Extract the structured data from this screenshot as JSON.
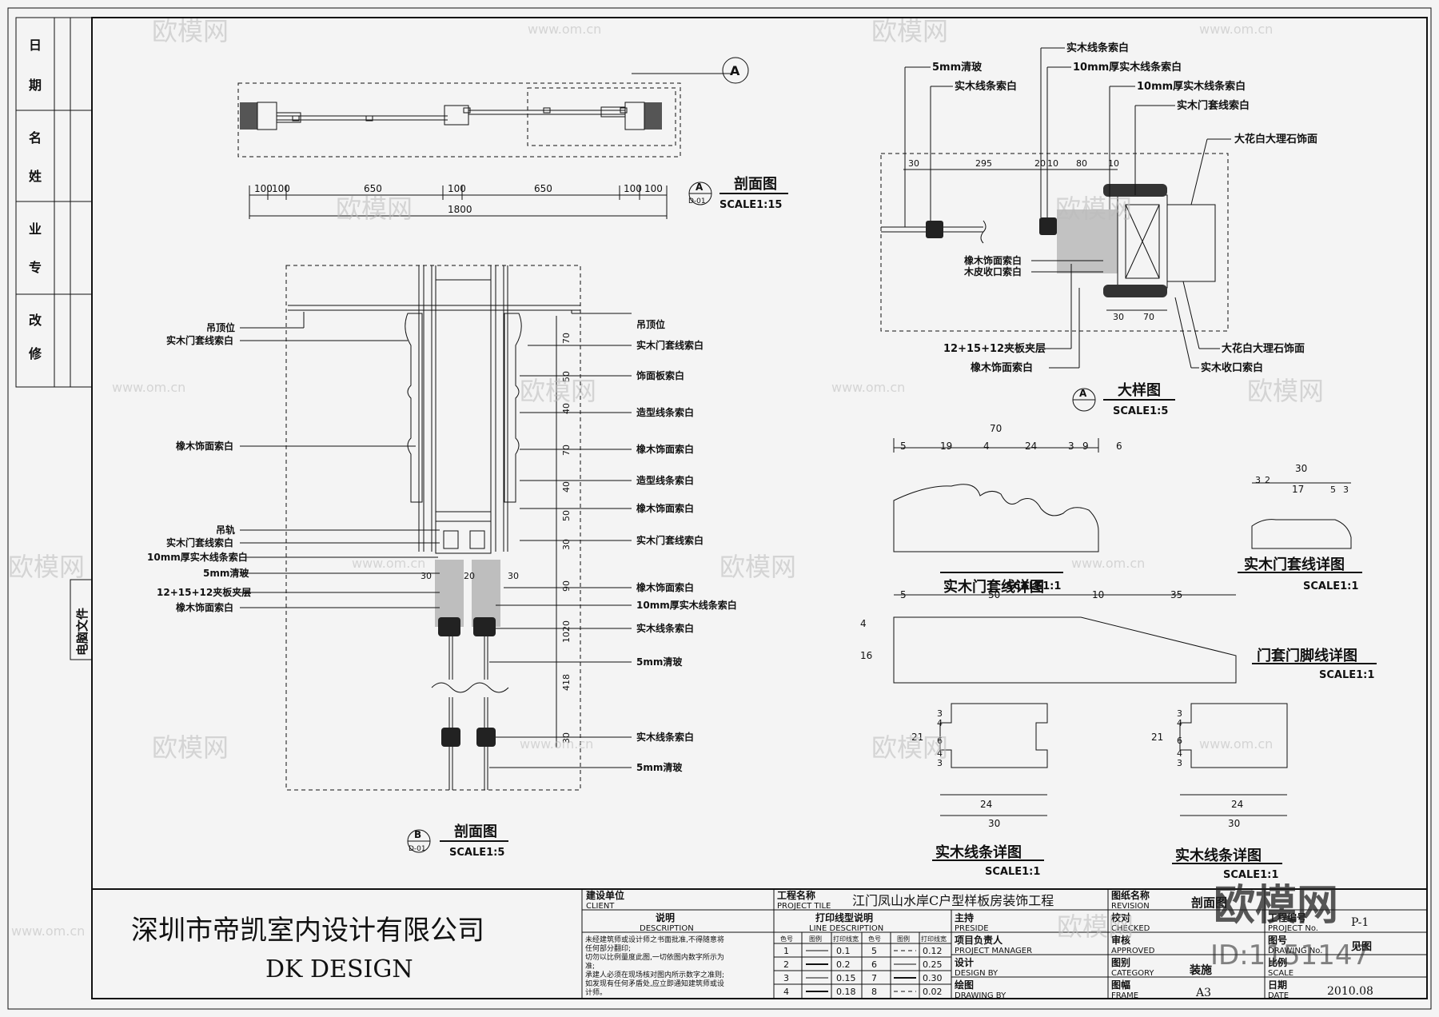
{
  "sidebar": {
    "labels": [
      "日",
      "期",
      "名",
      "姓",
      "业",
      "专",
      "改",
      "修"
    ],
    "file_label": "电脑文件"
  },
  "top_view": {
    "marker": "A",
    "title": "剖面图",
    "ref": "D-01",
    "scale": "SCALE1:15",
    "dims": [
      "100",
      "100",
      "650",
      "100",
      "650",
      "100",
      "100"
    ],
    "total": "1800"
  },
  "detail_view": {
    "marker": "A",
    "title": "大样图",
    "scale": "SCALE1:5",
    "labels_top": [
      "实木线条索白",
      "10mm厚实木线条索白",
      "10mm厚实木线条索白",
      "实木门套线索白",
      "5mm清玻",
      "实木线条索白",
      "大花白大理石饰面"
    ],
    "labels_bottom": [
      "橡木饰面索白",
      "木皮收口索白",
      "12+15+12夹板夹层",
      "橡木饰面索白",
      "大花白大理石饰面",
      "实木收口索白"
    ],
    "dims": [
      "30",
      "295",
      "20",
      "10",
      "80",
      "10",
      "30",
      "70"
    ]
  },
  "section_view": {
    "marker": "B",
    "title": "剖面图",
    "ref": "D-01",
    "scale": "SCALE1:5",
    "left_labels": [
      "吊顶位",
      "实木门套线索白",
      "橡木饰面索白",
      "吊轨",
      "实木门套线索白",
      "10mm厚实木线条索白",
      "5mm清玻",
      "12+15+12夹板夹层",
      "橡木饰面索白"
    ],
    "right_labels": [
      "吊顶位",
      "实木门套线索白",
      "饰面板索白",
      "造型线条索白",
      "橡木饰面索白",
      "造型线条索白",
      "橡木饰面索白",
      "实木门套线索白",
      "橡木饰面索白",
      "10mm厚实木线条索白",
      "实木线条索白",
      "5mm清玻",
      "实木线条索白",
      "5mm清玻"
    ],
    "dims": [
      "70",
      "50",
      "40",
      "70",
      "40",
      "50",
      "30",
      "90",
      "20",
      "10",
      "418",
      "30"
    ]
  },
  "profiles": [
    {
      "title": "实木门套线详图",
      "scale": "SCALE1:1",
      "dims": [
        "70",
        "5",
        "19",
        "4",
        "24",
        "3",
        "9",
        "6"
      ]
    },
    {
      "title": "实木门套线详图",
      "scale": "SCALE1:1",
      "dims": [
        "30",
        "3",
        "2",
        "17",
        "5",
        "3"
      ]
    },
    {
      "title": "门套门脚线详图",
      "scale": "SCALE1:1",
      "dims": [
        "5",
        "50",
        "10",
        "35",
        "4",
        "16"
      ]
    },
    {
      "title": "实木线条详图",
      "scale": "SCALE1:1",
      "dims": [
        "24",
        "30",
        "21",
        "3",
        "4",
        "6",
        "4",
        "3"
      ]
    },
    {
      "title": "实木线条详图",
      "scale": "SCALE1:1",
      "dims": [
        "24",
        "30",
        "21",
        "3",
        "4",
        "6",
        "4",
        "3"
      ]
    }
  ],
  "title_block": {
    "company_cn": "深圳市帝凯室内设计有限公司",
    "company_en": "DK    DESIGN",
    "client_cn": "建设单位",
    "client_en": "CLIENT",
    "desc_cn": "说明",
    "desc_en": "DESCRIPTION",
    "desc_text": [
      "未经建筑师或设计师之书面批准,不得随意将",
      "任何部分翻印;",
      "切勿以比例量度此图,一切依图内数字所示为",
      "准;",
      "承建人必须在现场核对图内所示数字之准则;",
      "如发现有任何矛盾处,应立即通知建筑师或设",
      "计师。"
    ],
    "project_cn": "工程名称",
    "project_en": "PROJECT TILE",
    "project_name": "江门凤山水岸C户型样板房装饰工程",
    "line_cn": "打印线型说明",
    "line_en": "LINE DESCRIPTION",
    "line_headers": [
      "色号",
      "图例",
      "打印线宽",
      "色号",
      "图例",
      "打印线宽"
    ],
    "line_rows": [
      [
        "1",
        "0.1",
        "5",
        "0.12"
      ],
      [
        "2",
        "0.2",
        "6",
        "0.25"
      ],
      [
        "3",
        "0.15",
        "7",
        "0.30"
      ],
      [
        "4",
        "0.18",
        "8",
        "0.02"
      ]
    ],
    "preside_cn": "主持",
    "preside_en": "PRESIDE",
    "pm_cn": "项目负责人",
    "pm_en": "PROJECT MANAGER",
    "design_cn": "设计",
    "design_en": "DESIGN BY",
    "drawing_cn": "绘图",
    "drawing_en": "DRAWING BY",
    "revision_cn": "图纸名称",
    "revision_en": "REVISION",
    "revision_val": "剖面图",
    "checked_cn": "校对",
    "checked_en": "CHECKED",
    "approved_cn": "审核",
    "approved_en": "APPROVED",
    "category_cn": "图别",
    "category_en": "CATEGORY",
    "category_val": "装施",
    "frame_cn": "图幅",
    "frame_en": "FRAME",
    "frame_val": "A3",
    "projno_cn": "工程编号",
    "projno_en": "PROJECT No.",
    "projno_val": "P-1",
    "drawno_cn": "图号",
    "drawno_en": "DRAWING No.",
    "drawno_val": "见图",
    "scale_cn": "比例",
    "scale_en": "SCALE",
    "date_cn": "日期",
    "date_en": "DATE",
    "date_val": "2010.08"
  },
  "watermark": {
    "brand": "欧模网",
    "url": "www.om.cn",
    "id": "ID:1151147"
  }
}
